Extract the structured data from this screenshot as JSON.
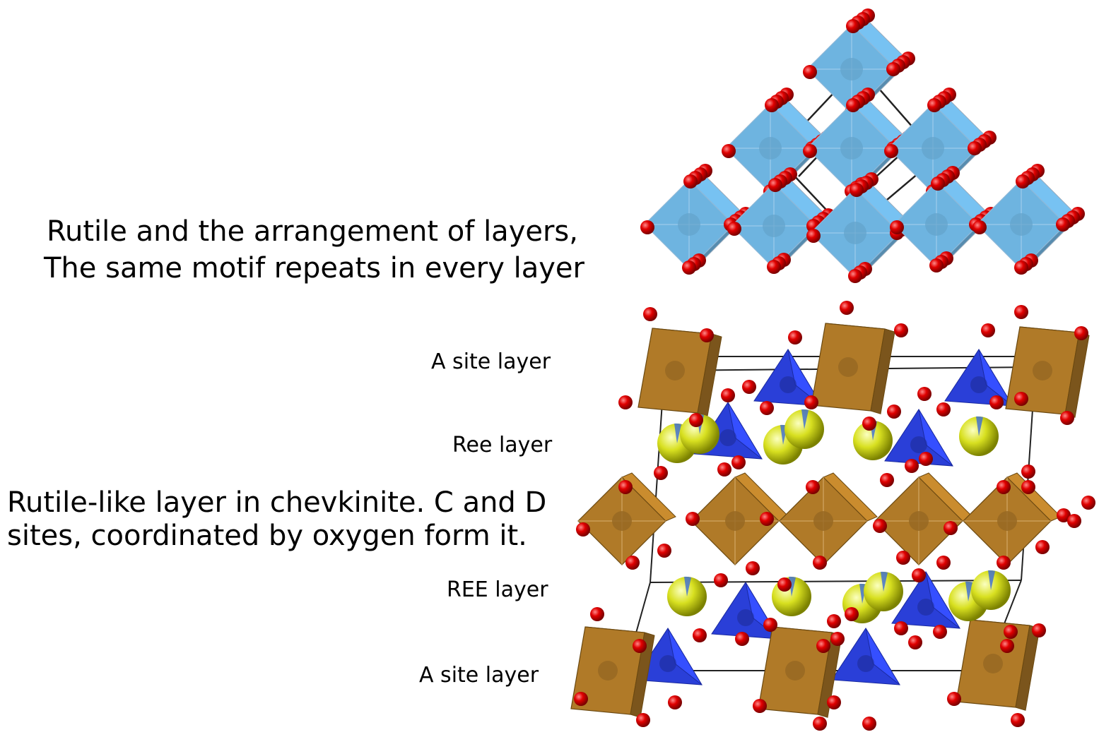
{
  "rutile": {
    "caption_line1": "Rutile and the arrangement of layers,",
    "caption_line2": "The same motif repeats in every layer"
  },
  "chevkinite": {
    "caption_line1": "Rutile-like layer in chevkinite. C and D",
    "caption_line2": "sites, coordinated by oxygen form it.",
    "layer_labels": {
      "a_site_top": "A site layer",
      "ree_top": "Ree layer",
      "ree_bottom": "REE layer",
      "a_site_bottom": "A site layer"
    }
  },
  "colors": {
    "rutile_octahedron": "#6eb4e0",
    "oxygen": "#e00000",
    "chevkinite_octahedron": "#b07a28",
    "tetrahedron": "#2a3fd8",
    "ree_atom": "#d8e020",
    "cell_edge": "#222222"
  }
}
